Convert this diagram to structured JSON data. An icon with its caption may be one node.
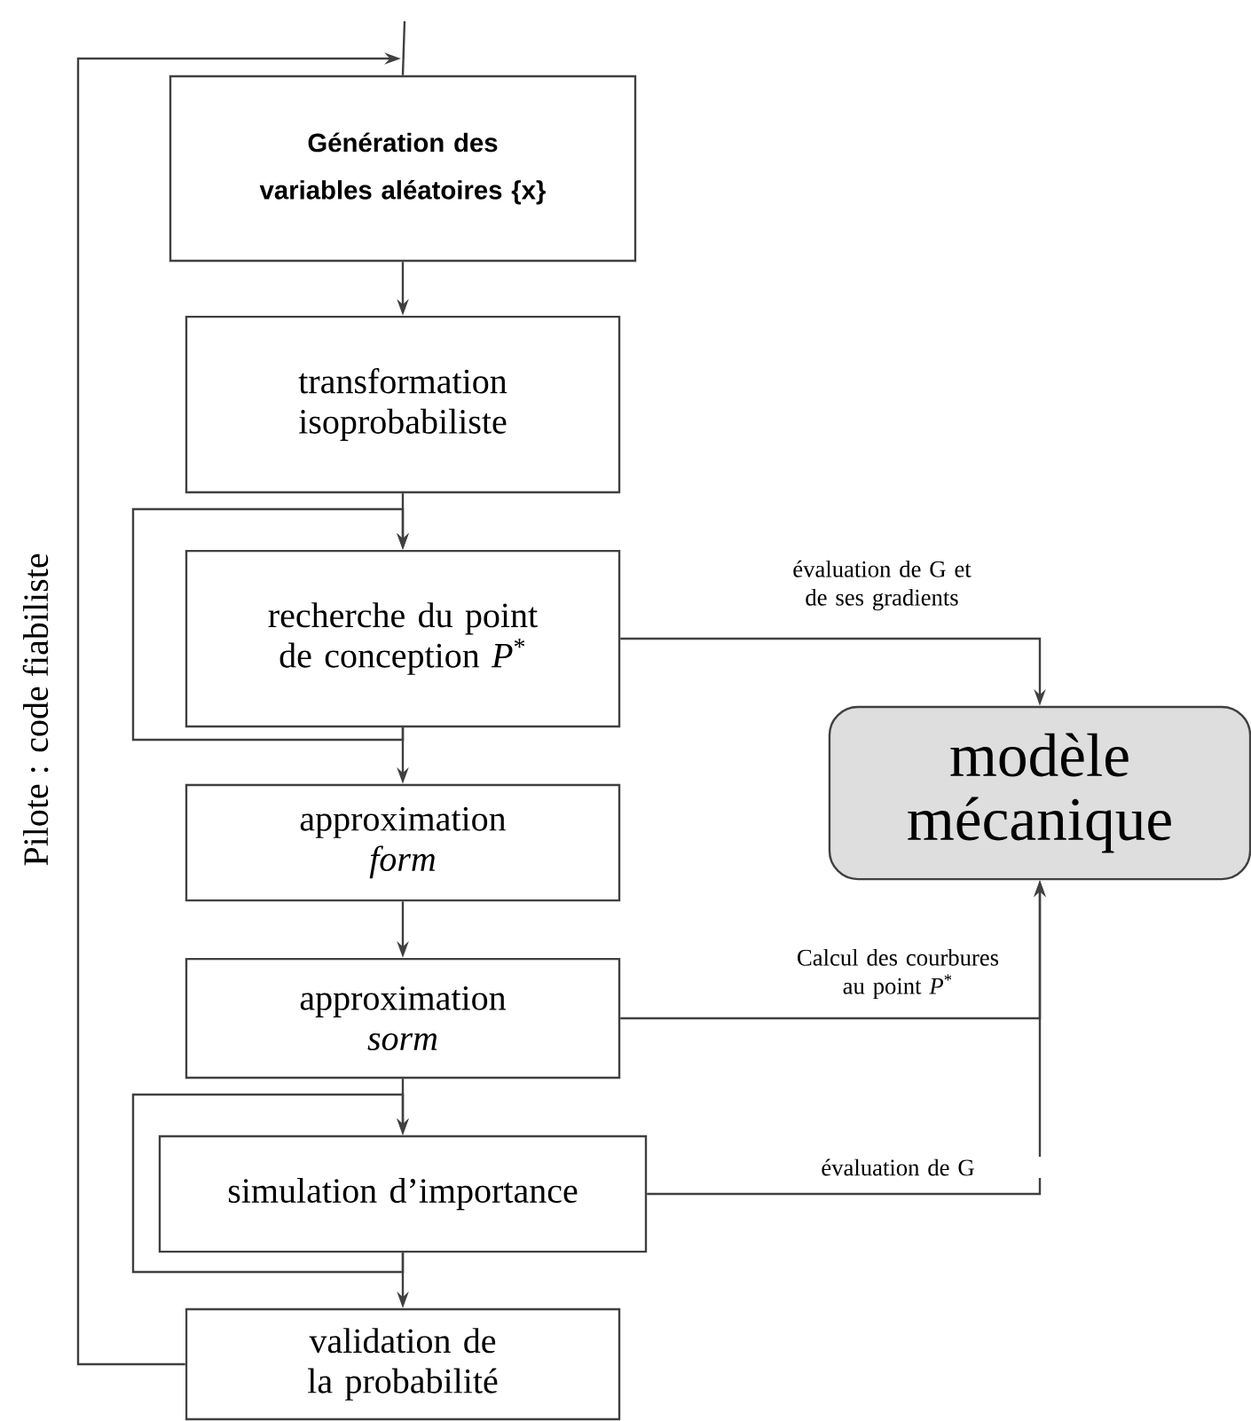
{
  "diagram": {
    "nodes": [
      {
        "text": [
          "Génération des variables aléatoires {x}"
        ]
      },
      {
        "text": [
          "transformation isoprobabiliste"
        ]
      },
      {
        "text": [
          "recherche du point de conception *P*$^{*}$"
        ]
      },
      {
        "text": [
          "approximation *form*"
        ]
      },
      {
        "text": [
          "approximation *sorm*"
        ]
      },
      {
        "text": [
          "simulation d’importance"
        ]
      },
      {
        "text": [
          "validation de la probabilité"
        ]
      },
      {
        "text": [
          "modèle mécanique"
        ]
      }
    ],
    "edges": [
      {
        "from": null,
        "to": 0,
        "arrow": "none"
      },
      {
        "from": 0,
        "to": 1,
        "arrow": "to"
      },
      {
        "from": 1,
        "to": 2,
        "arrow": "to"
      },
      {
        "from": 2,
        "to": 2,
        "arrow": "to"
      },
      {
        "from": 2,
        "to": 3,
        "arrow": "to"
      },
      {
        "from": 3,
        "to": 4,
        "arrow": "to"
      },
      {
        "from": 4,
        "to": 5,
        "arrow": "to"
      },
      {
        "from": 5,
        "to": 5,
        "arrow": "to"
      },
      {
        "from": 5,
        "to": 6,
        "arrow": "to"
      },
      {
        "from": 6,
        "to": 0,
        "arrow": "to"
      },
      {
        "from": 2,
        "to": 7,
        "arrow": "to",
        "label": "évaluation de G et de ses gradients"
      },
      {
        "from": 4,
        "to": 7,
        "arrow": "to",
        "label": "Calcul des courbures au point *P*$^{*}$"
      },
      {
        "from": 5,
        "to": 7,
        "arrow": "to",
        "label": "évaluation de G"
      }
    ],
    "labels": [
      "Pilote : code fiabiliste"
    ]
  }
}
